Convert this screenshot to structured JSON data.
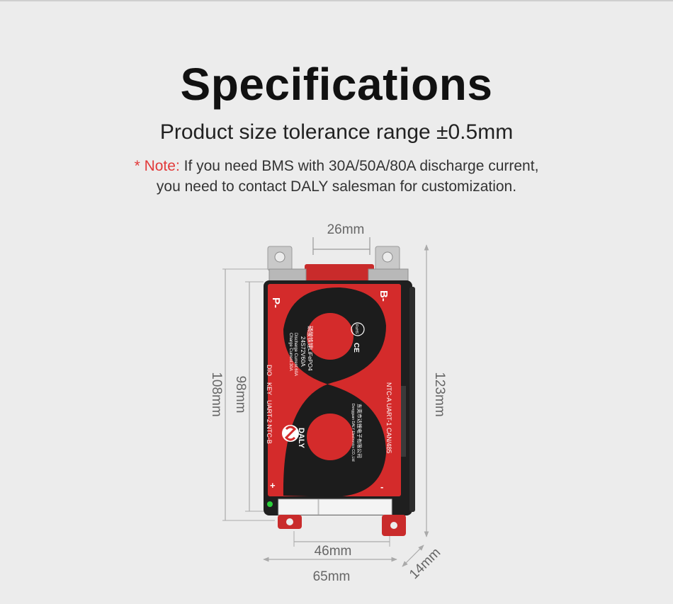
{
  "header": {
    "title": "Specifications",
    "subtitle": "Product size tolerance range ±0.5mm",
    "note_label": "* Note:",
    "note_line1": " If you need BMS with 30A/50A/80A discharge current,",
    "note_line2": "you need to contact DALY salesman for customization."
  },
  "dimensions": {
    "top_width": "26mm",
    "height_outer": "108mm",
    "height_inner": "98mm",
    "height_total": "123mm",
    "bottom_inner": "46mm",
    "bottom_width": "65mm",
    "depth": "14mm"
  },
  "board": {
    "terminal_p": "P-",
    "terminal_b": "B-",
    "label_dio": "DIO",
    "label_key": "KEY",
    "label_uart2": "UART-2  NTC-B",
    "label_right": "NTC-A  UART-1  CAN/485",
    "plus": "+",
    "minus": "-",
    "spec_line1": "磷酸铁锂LiFePO4",
    "spec_line2": "24S72V60A",
    "spec_line3": "Discharge Current:60A",
    "spec_line4": "Charge    Current:30A",
    "brand": "DALY",
    "company_cn": "东莞市达锂电子有限公司",
    "company_en": "Dongguan DALY Electronics CO.,Ltd",
    "rohs": "RoHS",
    "ce": "CE"
  },
  "colors": {
    "background": "#ececec",
    "board_red": "#d42b2b",
    "accent_red": "#e23a3a",
    "dark": "#1f1f1f",
    "led_green": "#2bd13a"
  }
}
